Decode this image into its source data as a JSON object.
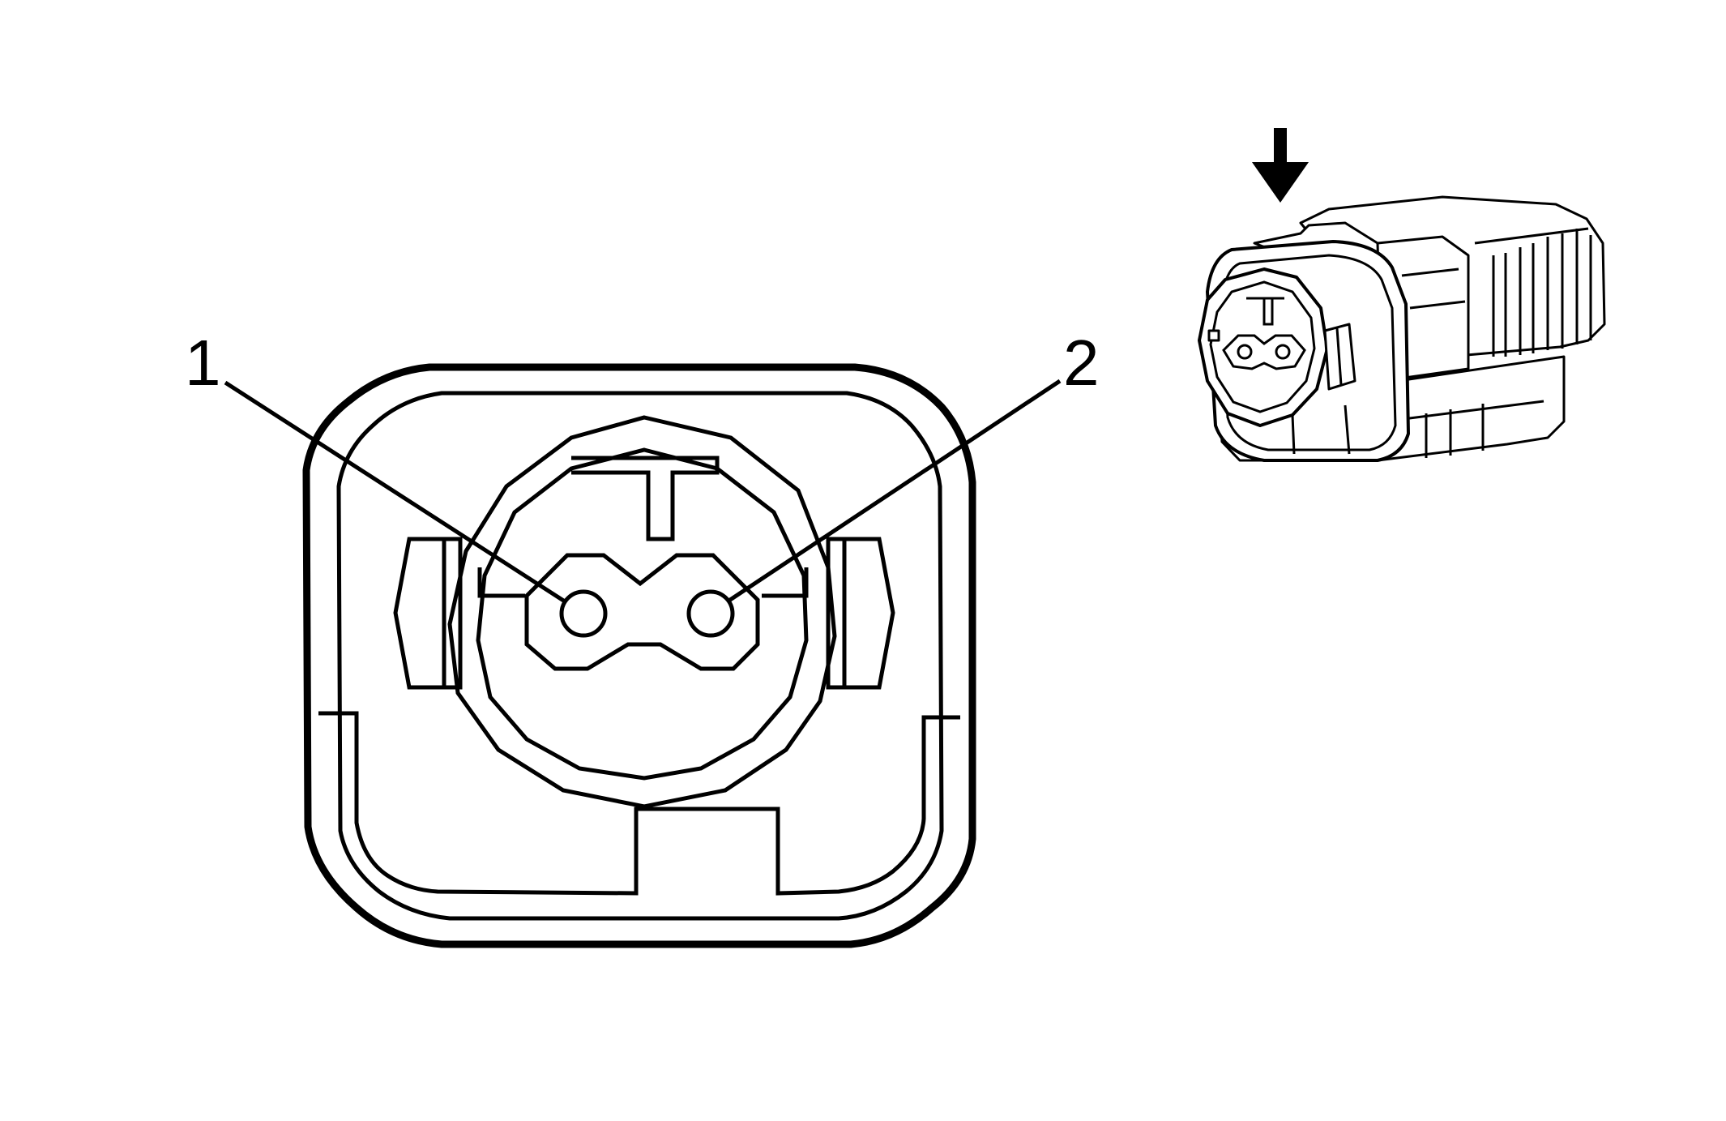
{
  "callouts": [
    {
      "id": "1",
      "text": "1"
    },
    {
      "id": "2",
      "text": "2"
    }
  ],
  "colors": {
    "line": "#000000",
    "background": "#ffffff"
  },
  "icons": {
    "direction_arrow": "arrow-down-icon"
  }
}
